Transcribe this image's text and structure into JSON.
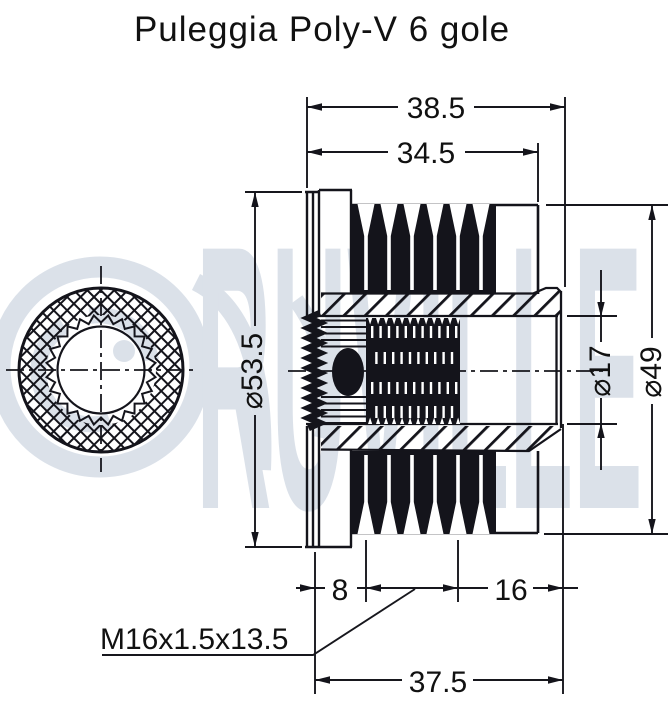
{
  "title": "Puleggia Poly-V 6 gole",
  "watermark": {
    "brand": "RUVILLE"
  },
  "colors": {
    "ink": "#14141b",
    "watermark": "#ccd5e1",
    "paper": "#ffffff"
  },
  "dimensions": {
    "overall_width": "38.5",
    "body_width": "34.5",
    "flange_diameter": "⌀53.5",
    "bore_diameter": "⌀17",
    "outer_diameter": "⌀49",
    "spline_length": "8",
    "hub_length": "16",
    "thread_spec": "M16x1.5x13.5",
    "mount_depth": "37.5"
  }
}
